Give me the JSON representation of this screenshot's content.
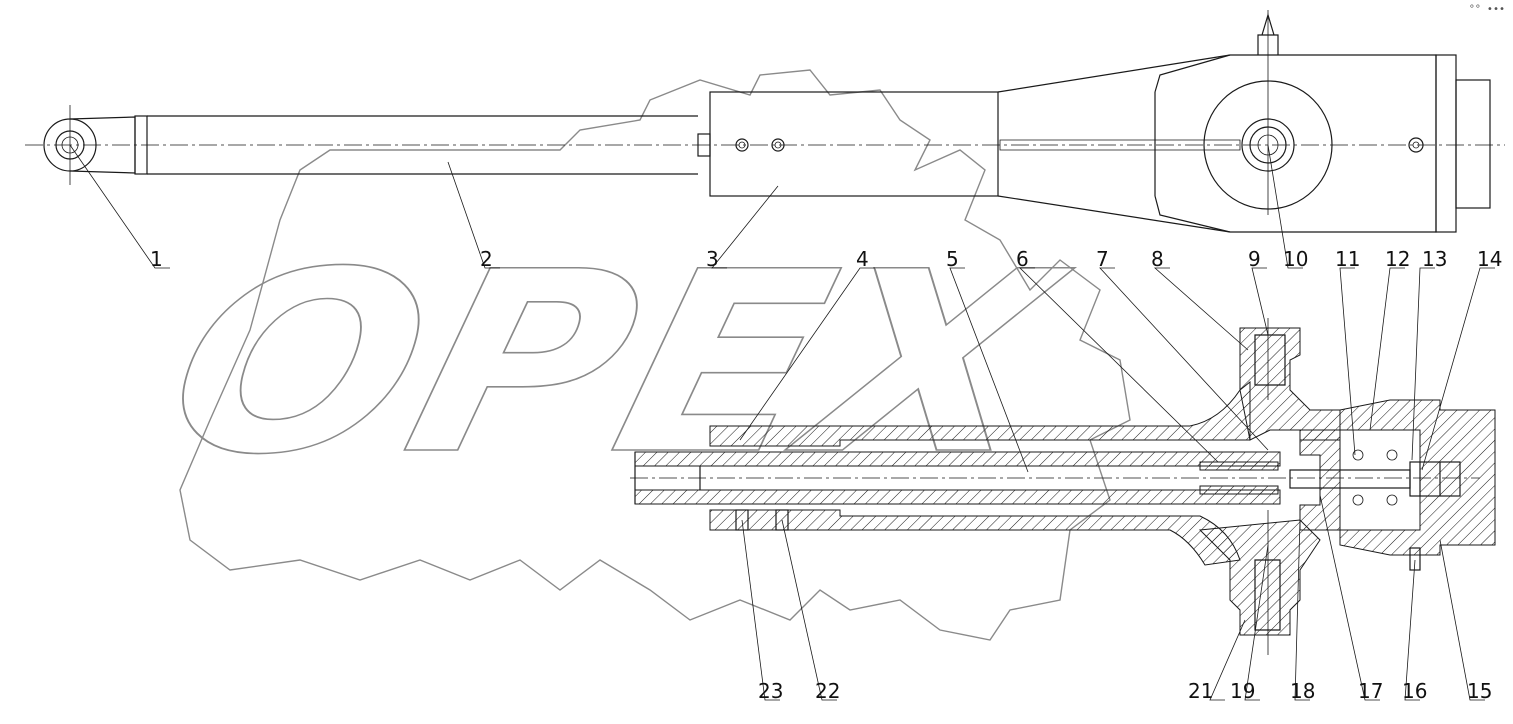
{
  "watermark": {
    "text": "OPEX"
  },
  "corner_mark": "°° •••",
  "callouts": [
    {
      "id": "c1",
      "label": "1"
    },
    {
      "id": "c2",
      "label": "2"
    },
    {
      "id": "c3",
      "label": "3"
    },
    {
      "id": "c4",
      "label": "4"
    },
    {
      "id": "c5",
      "label": "5"
    },
    {
      "id": "c6",
      "label": "6"
    },
    {
      "id": "c7",
      "label": "7"
    },
    {
      "id": "c8",
      "label": "8"
    },
    {
      "id": "c9",
      "label": "9"
    },
    {
      "id": "c10",
      "label": "10"
    },
    {
      "id": "c11",
      "label": "11"
    },
    {
      "id": "c12",
      "label": "12"
    },
    {
      "id": "c13",
      "label": "13"
    },
    {
      "id": "c14",
      "label": "14"
    },
    {
      "id": "c15",
      "label": "15"
    },
    {
      "id": "c16",
      "label": "16"
    },
    {
      "id": "c17",
      "label": "17"
    },
    {
      "id": "c18",
      "label": "18"
    },
    {
      "id": "c19",
      "label": "19"
    },
    {
      "id": "c20",
      "label": "21"
    },
    {
      "id": "c21",
      "label": "22"
    },
    {
      "id": "c22",
      "label": "23"
    }
  ]
}
